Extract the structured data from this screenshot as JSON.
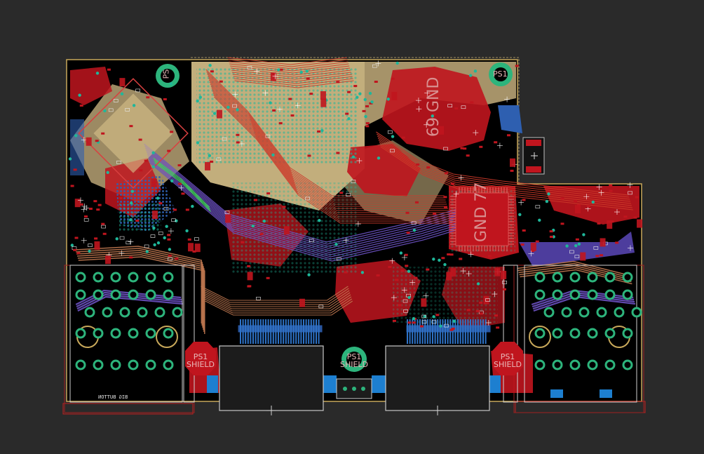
{
  "board": {
    "colors": {
      "background": "#2a2a2a",
      "board_fill": "#000000",
      "outline": "#c8a85a",
      "top_copper": "#c0151e",
      "top_trace": "#cc3a2a",
      "bottom_copper": "#2e5fb0",
      "inner_trace": "#6a50c0",
      "silk_tan": "#d8c18a",
      "pad_green": "#2db47c",
      "via_teal": "#1fb79a",
      "trace_copper": "#c07850",
      "green_trace": "#38e04a"
    },
    "mount_labels": {
      "ps1_top_left": "PS",
      "ps1_top_right": "PS1"
    },
    "shield_labels": {
      "left": "PS1\nSHIELD",
      "center": "PS1\nSHIELD",
      "right": "PS1\nSHIELD"
    },
    "gnd_labels": {
      "upper": "69\nGND",
      "main": "GND\n77"
    },
    "silk_text": {
      "big_button": "BIG BUTTON"
    }
  }
}
